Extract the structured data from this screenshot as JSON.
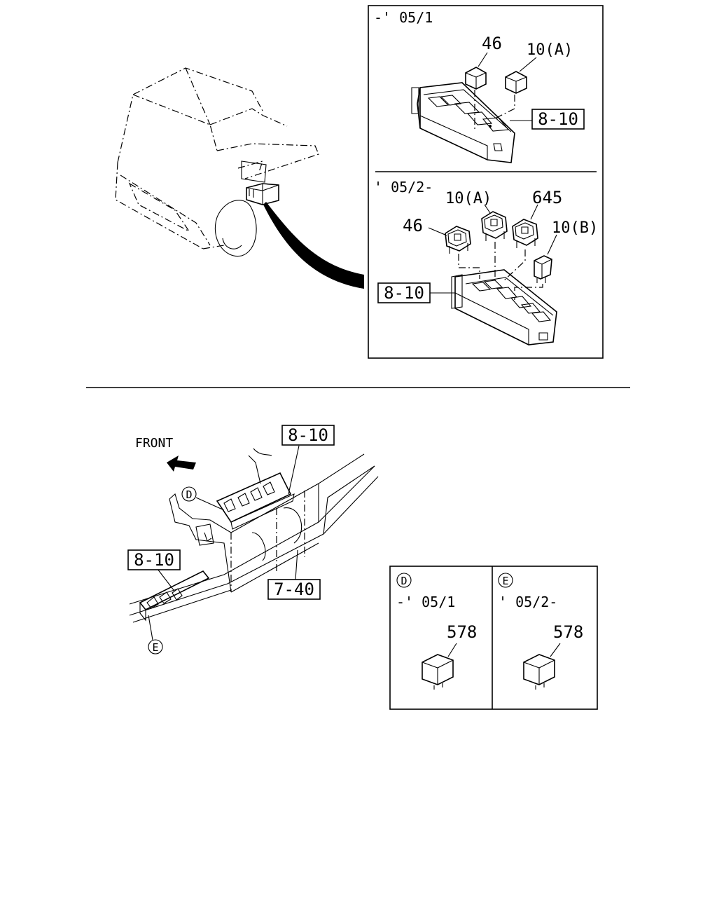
{
  "top_panel": {
    "period_1": "-' 05/1",
    "period_2": "' 05/2-",
    "callouts_1": {
      "relay_46": "46",
      "relay_10a": "10(A)",
      "box_ref": "8-10"
    },
    "callouts_2": {
      "relay_46": "46",
      "relay_10a": "10(A)",
      "relay_645": "645",
      "relay_10b": "10(B)",
      "box_ref": "8-10"
    }
  },
  "bottom_diagram": {
    "front_label": "FRONT",
    "ref_upper": "8-10",
    "ref_left": "8-10",
    "ref_frame": "7-40",
    "marker_d": "D",
    "marker_e": "E"
  },
  "detail_panel": {
    "d": {
      "marker": "D",
      "period": "-' 05/1",
      "part": "578"
    },
    "e": {
      "marker": "E",
      "period": "' 05/2-",
      "part": "578"
    }
  }
}
